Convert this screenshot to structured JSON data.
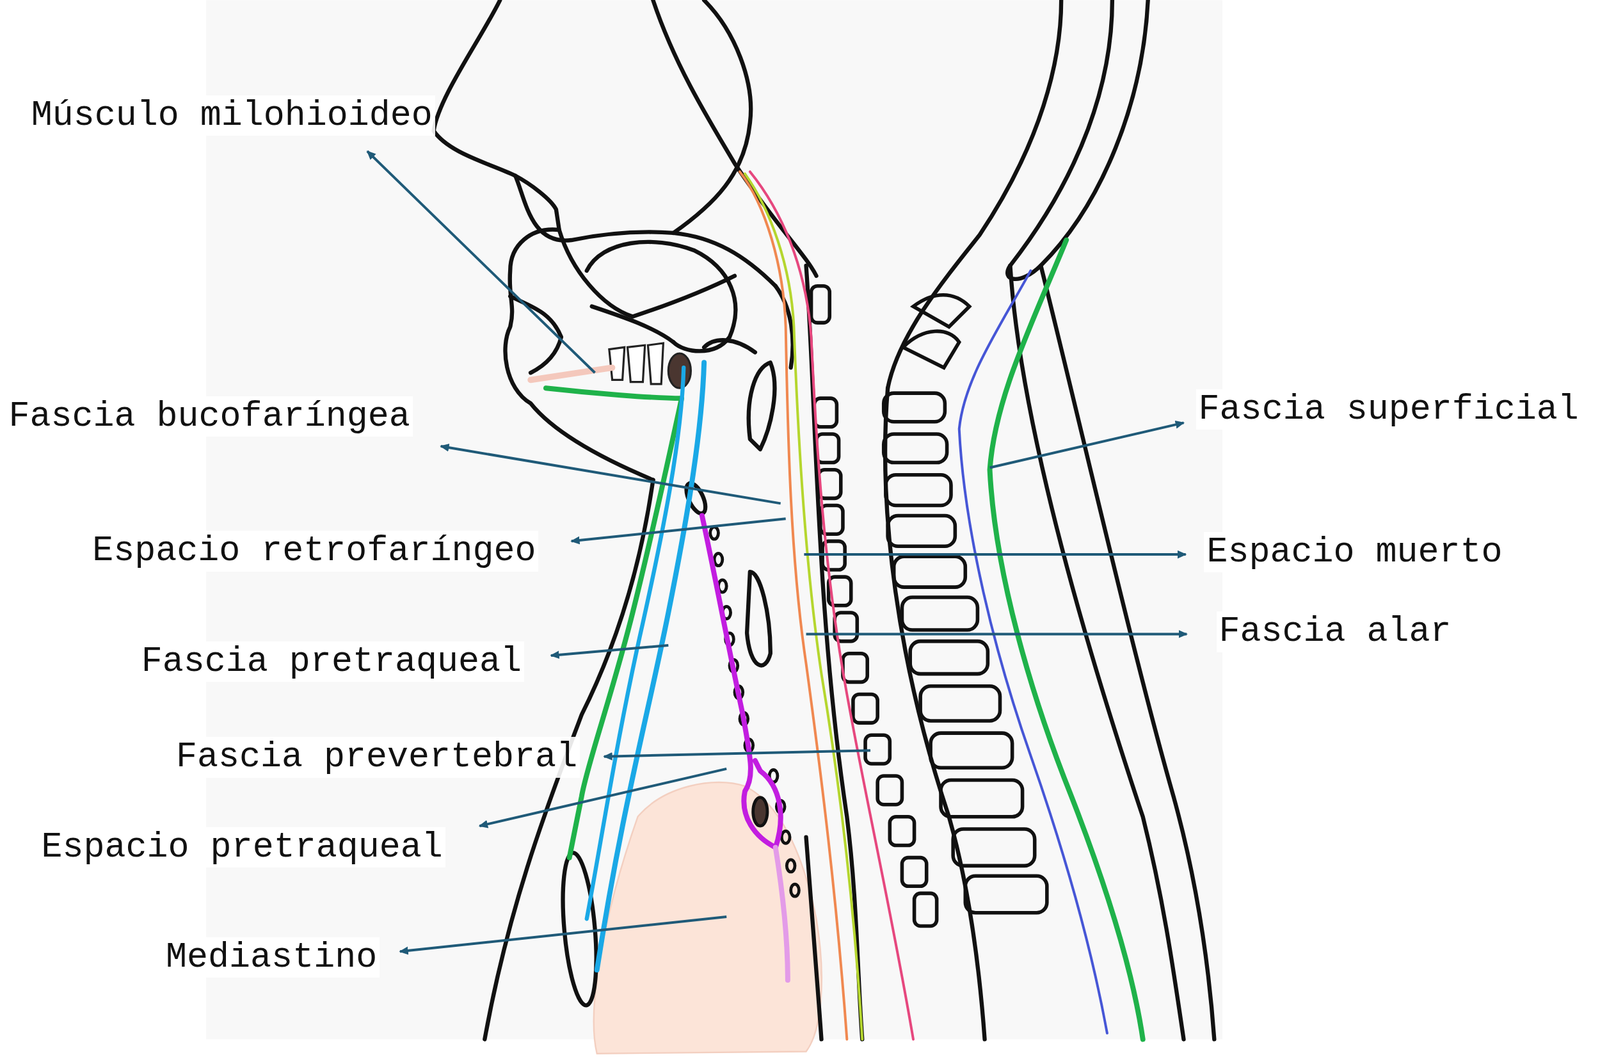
{
  "diagram": {
    "labels": [
      "Músculo milohioideo",
      "Fascia bucofaríngea",
      "Espacio retrofaríngeo",
      "Fascia pretraqueal",
      "Fascia prevertebral",
      "Espacio pretraqueal",
      "Mediastino",
      "Fascia superficial",
      "Espacio muerto",
      "Fascia alar"
    ]
  }
}
